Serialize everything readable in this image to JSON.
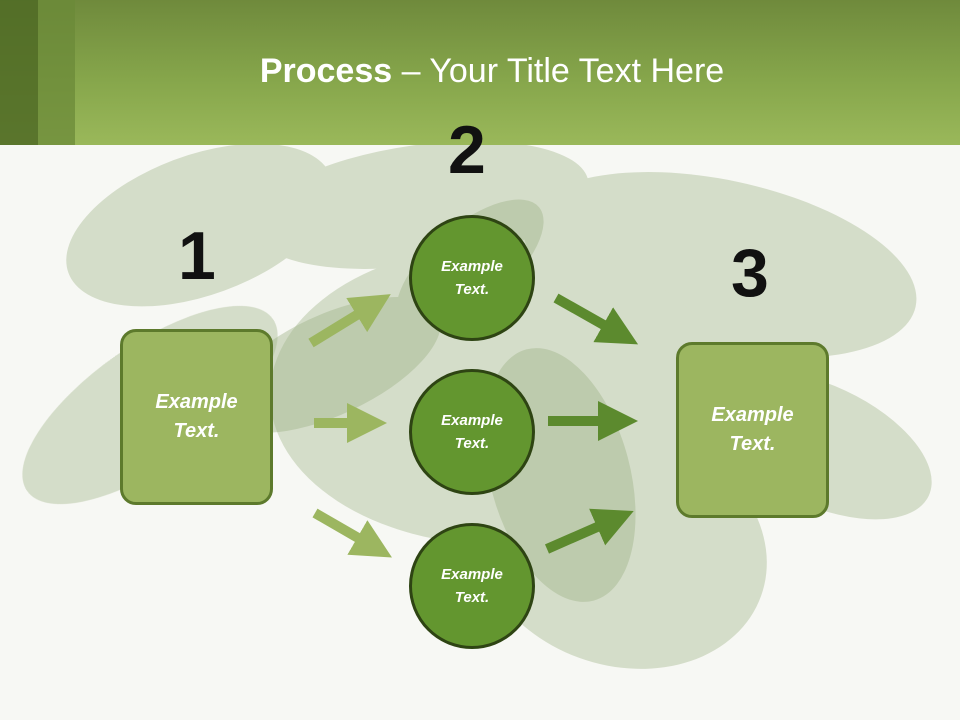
{
  "slide": {
    "title_bold": "Process",
    "title_rest": " – Your Title Text Here"
  },
  "steps": [
    {
      "number": "1",
      "text": "Example Text."
    },
    {
      "number": "2",
      "text": "Example Text."
    },
    {
      "number": "3",
      "text": "Example Text."
    }
  ],
  "circles": [
    {
      "text": "Example Text."
    },
    {
      "text": "Example Text."
    },
    {
      "text": "Example Text."
    }
  ],
  "colors": {
    "header": "#86a64b",
    "box_fill": "#9cb660",
    "circle_fill": "#63962f",
    "arrow_light": "#9cb660",
    "arrow_dark": "#5c8a2e"
  }
}
